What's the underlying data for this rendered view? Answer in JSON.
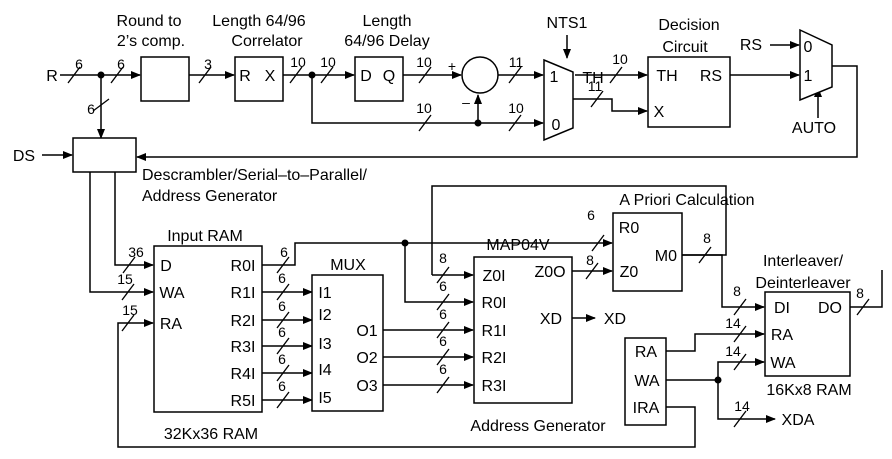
{
  "colors": {
    "line": "#000000",
    "background": "#ffffff"
  },
  "headings": {
    "round": [
      "Round to",
      "2’s comp."
    ],
    "correlator": [
      "Length 64/96",
      "Correlator"
    ],
    "delay": [
      "Length",
      "64/96 Delay"
    ],
    "nts": "NTS1",
    "decision": [
      "Decision",
      "Circuit"
    ],
    "descrambler": [
      "Descrambler/Serial–to–Parallel/",
      "Address Generator"
    ],
    "apriori": "A Priori Calculation",
    "input_ram": "Input RAM",
    "mux": "MUX",
    "map": "MAP04V",
    "interleaver": [
      "Interleaver/",
      "Deinterleaver"
    ],
    "input_ram_size": "32Kx36 RAM",
    "addr_gen": "Address Generator",
    "inter_ram_size": "16Kx8 RAM"
  },
  "signals": {
    "r": "R",
    "ds": "DS",
    "rs": "RS",
    "auto": "AUTO",
    "th": "TH",
    "xd": "XD",
    "xda": "XDA"
  },
  "ports": {
    "corr": [
      "R",
      "X"
    ],
    "delay": [
      "D",
      "Q"
    ],
    "sum": {
      "plus": "+",
      "minus": "–"
    },
    "nts": [
      "1",
      "0"
    ],
    "decision": [
      "TH",
      "RS",
      "X"
    ],
    "out_mux": [
      "0",
      "1"
    ],
    "input_ram_left": [
      "D",
      "WA",
      "RA"
    ],
    "input_ram_right": [
      "R0I",
      "R1I",
      "R2I",
      "R3I",
      "R4I",
      "R5I"
    ],
    "mux_in": [
      "I1",
      "I2",
      "I3",
      "I4",
      "I5"
    ],
    "mux_out": [
      "O1",
      "O2",
      "O3"
    ],
    "map_in": [
      "Z0I",
      "R0I",
      "R1I",
      "R2I",
      "R3I"
    ],
    "map_out": [
      "Z0O",
      "XD"
    ],
    "apriori_in": [
      "R0",
      "Z0"
    ],
    "apriori_out": "M0",
    "inter_in": [
      "DI",
      "RA",
      "WA"
    ],
    "inter_out": "DO",
    "addr_gen": [
      "RA",
      "WA",
      "IRA"
    ]
  },
  "bus_widths": {
    "r_in": "6",
    "r_to_round": "6",
    "r_to_ds": "6",
    "round_out": "3",
    "corr_out": "10",
    "corr_to_delay": "10",
    "delay_out": "10",
    "corr_to_mux": "10",
    "sum_out": "11",
    "mux0_in": "10",
    "nts_out": "10",
    "nts_to_x": "11",
    "ds_d": "36",
    "ds_wa": "15",
    "ds_ra": "15",
    "ram_r0": "6",
    "ram_r1": "6",
    "ram_r2": "6",
    "ram_r3": "6",
    "ram_r4": "6",
    "ram_r5": "6",
    "to_z0i": "8",
    "map_r0": "6",
    "map_r1": "6",
    "map_r2": "6",
    "map_r3": "6",
    "apr_r0": "6",
    "z0o": "8",
    "m0": "8",
    "di": "8",
    "do": "8",
    "ra": "14",
    "wa": "14",
    "xda": "14"
  }
}
